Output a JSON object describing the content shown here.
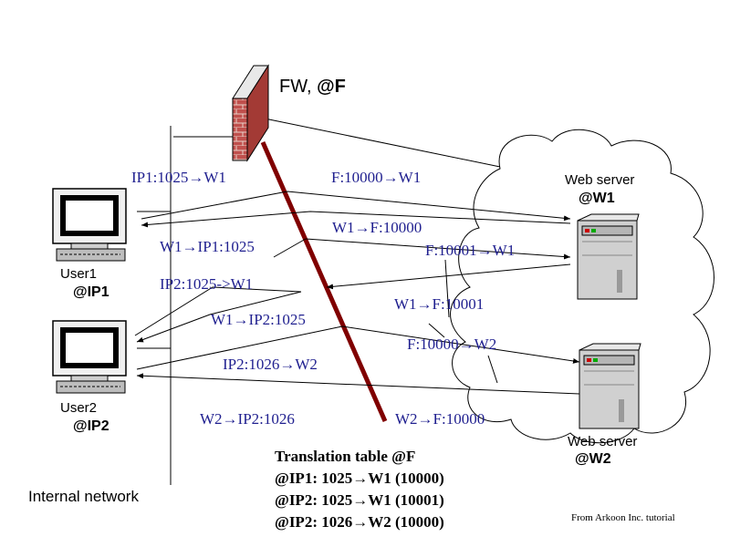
{
  "firewall": {
    "label_prefix": "FW, ",
    "label_addr": "@F"
  },
  "users": [
    {
      "name": "User1",
      "addr": "@IP1"
    },
    {
      "name": "User2",
      "addr": "@IP2"
    }
  ],
  "servers": [
    {
      "name": "Web server",
      "addr": "@W1"
    },
    {
      "name": "Web server",
      "addr": "@W2"
    }
  ],
  "network_label": "Internal network",
  "flows_left": [
    "IP1:1025→W1",
    "W1→IP1:1025",
    "IP2:1025->W1",
    "W1→IP2:1025",
    "IP2:1026→W2",
    "W2→IP2:1026"
  ],
  "flows_right": [
    "F:10000→W1",
    "W1→F:10000",
    "F:10001→W1",
    "W1→F:10001",
    "F:10000→W2",
    "W2→F:10000"
  ],
  "translation_table": {
    "title": "Translation table @F",
    "rows": [
      "@IP1: 1025→W1  (10000)",
      "@IP2: 1025→W1  (10001)",
      "@IP2: 1026→W2  (10000)"
    ]
  },
  "credit": "From Arkoon Inc. tutorial",
  "colors": {
    "flow_text": "#1f1f8f",
    "firewall_line": "#800000",
    "brick": "#c0504d"
  }
}
